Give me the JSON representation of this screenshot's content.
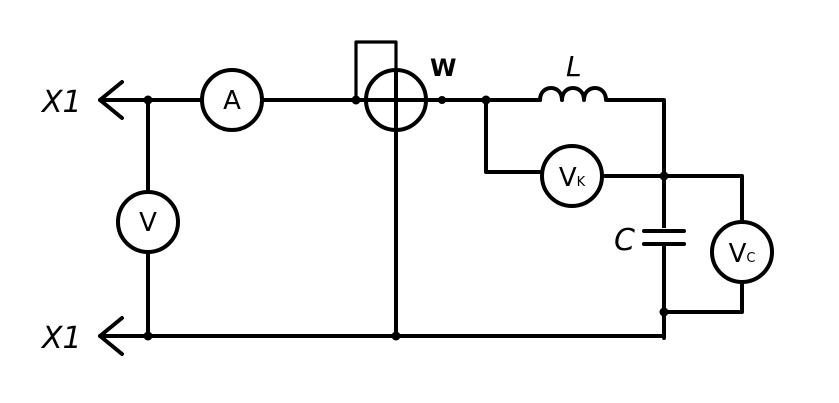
{
  "terminals": {
    "top": "X1",
    "bottom": "X1"
  },
  "meters": {
    "ammeter": "A",
    "voltmeter": "V",
    "wattmeter": "W",
    "coil_voltmeter": {
      "main": "V",
      "sub": "K"
    },
    "cap_voltmeter": {
      "main": "V",
      "sub": "C"
    }
  },
  "components": {
    "inductor": "L",
    "capacitor": "C"
  },
  "colors": {
    "ink": "#000000",
    "paper": "#ffffff"
  }
}
